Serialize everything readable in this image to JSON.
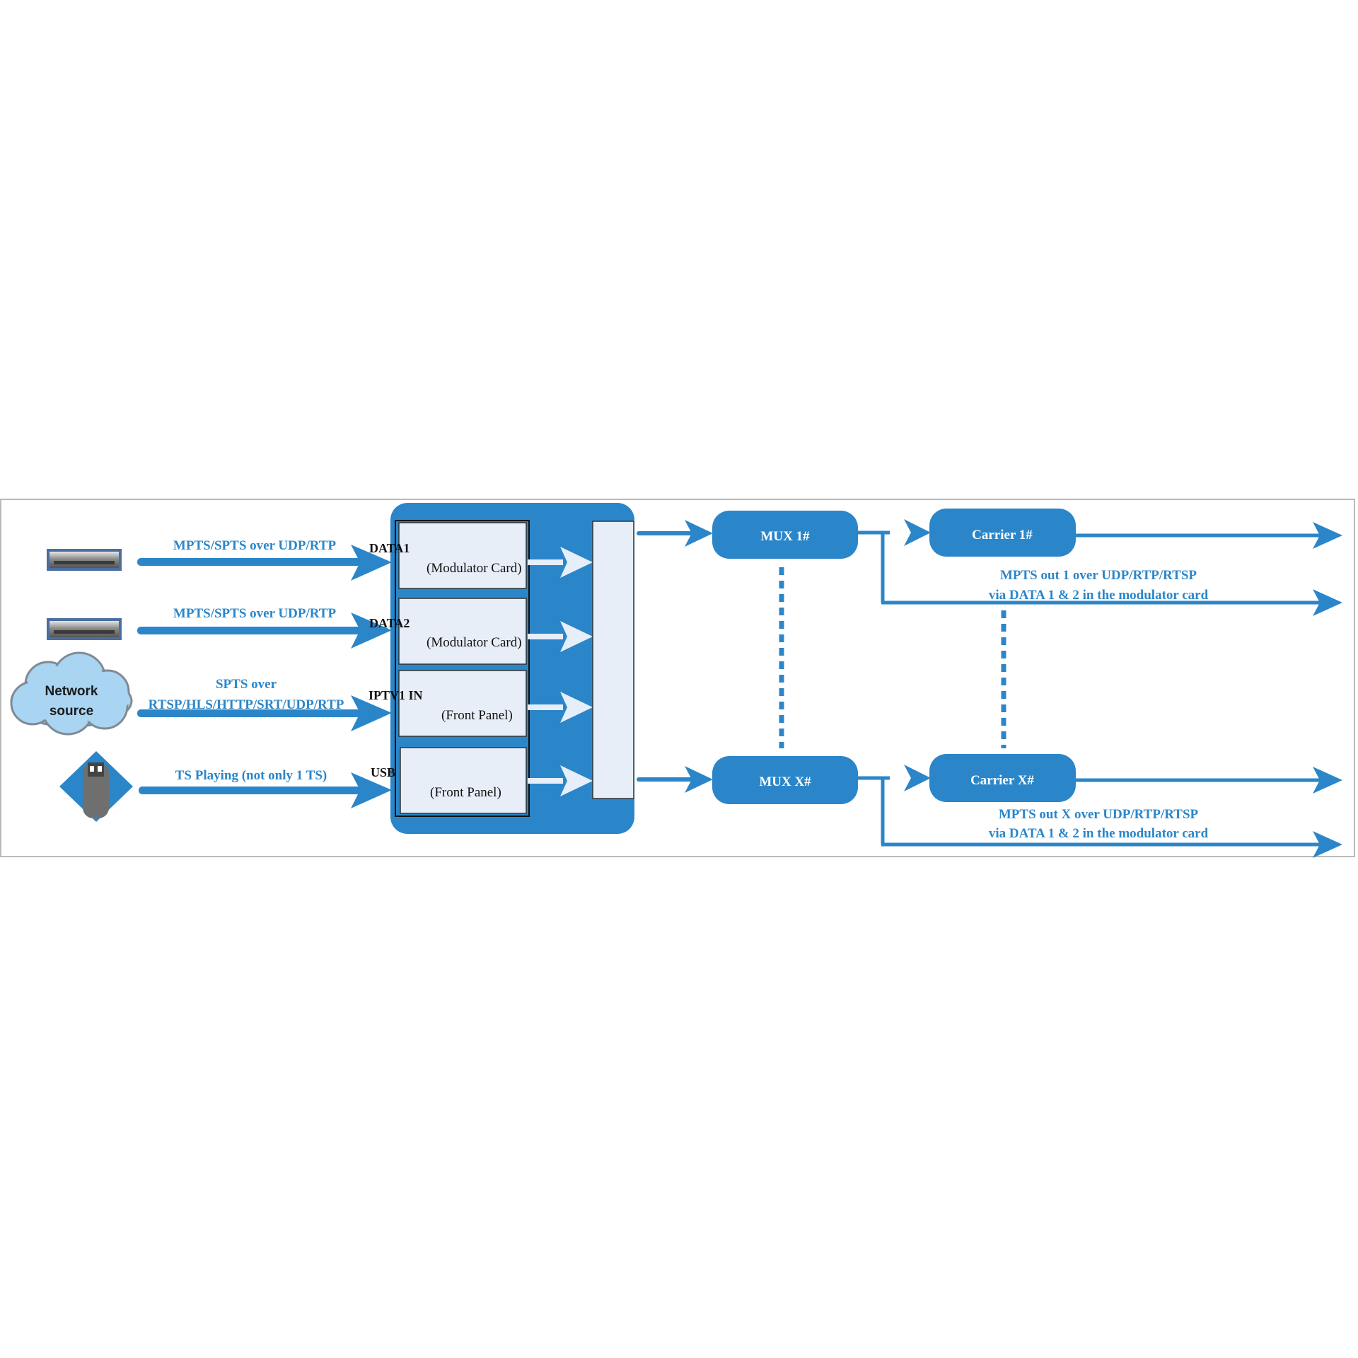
{
  "colors": {
    "primary": "#2b86c9",
    "card_fill": "#e8eef8",
    "cloud_fill": "#a9d4f2",
    "frame_border": "#b9b9b9"
  },
  "sources": [
    {
      "icon": "network-switch-icon",
      "label": "MPTS/SPTS over UDP/RTP"
    },
    {
      "icon": "network-switch-icon",
      "label": "MPTS/SPTS over UDP/RTP"
    },
    {
      "icon": "cloud-icon",
      "icon_text_line1": "Network",
      "icon_text_line2": "source",
      "label_line1": "SPTS over",
      "label_line2": "RTSP/HLS/HTTP/SRT/UDP/RTP"
    },
    {
      "icon": "usb-drive-icon",
      "label": "TS Playing (not only 1 TS)"
    }
  ],
  "inputs": [
    {
      "port": "DATA1",
      "card": "(Modulator Card)"
    },
    {
      "port": "DATA2",
      "card": "(Modulator Card)"
    },
    {
      "port": "IPTV1 IN",
      "card": "(Front Panel)"
    },
    {
      "port": "USB",
      "card": "(Front Panel)"
    }
  ],
  "mux": [
    {
      "label": "MUX 1#"
    },
    {
      "label": "MUX X#"
    }
  ],
  "carriers": [
    {
      "label": "Carrier 1#",
      "output_line1": "MPTS out 1 over UDP/RTP/RTSP",
      "output_line2": "via DATA 1 & 2 in the modulator card"
    },
    {
      "label": "Carrier X#",
      "output_line1": "MPTS out X over UDP/RTP/RTSP",
      "output_line2": "via DATA 1 & 2 in the modulator card"
    }
  ]
}
